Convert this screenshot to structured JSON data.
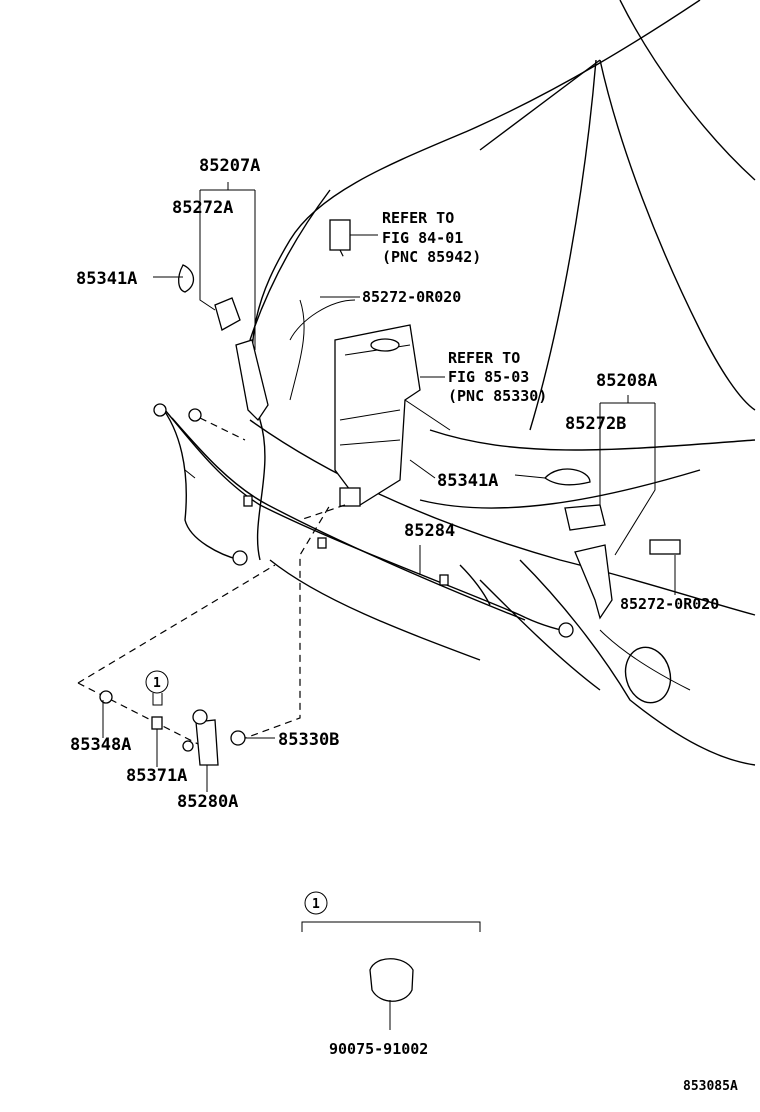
{
  "labels": {
    "p85207A": "85207A",
    "p85272A": "85272A",
    "p85341A_left": "85341A",
    "refer1_l1": "REFER TO",
    "refer1_l2": "FIG 84-01",
    "refer1_l3": "(PNC 85942)",
    "p85272_0R020_top": "85272-0R020",
    "refer2_l1": "REFER TO",
    "refer2_l2": "FIG 85-03",
    "refer2_l3": "(PNC 85330)",
    "p85208A": "85208A",
    "p85272B": "85272B",
    "p85341A_right": "85341A",
    "p85284": "85284",
    "p85272_0R020_right": "85272-0R020",
    "p85348A": "85348A",
    "p85371A": "85371A",
    "p85280A": "85280A",
    "p85330B": "85330B",
    "callout1": "1",
    "callout2": "1",
    "p90075_91002": "90075-91002",
    "diagram_id": "853085A"
  }
}
